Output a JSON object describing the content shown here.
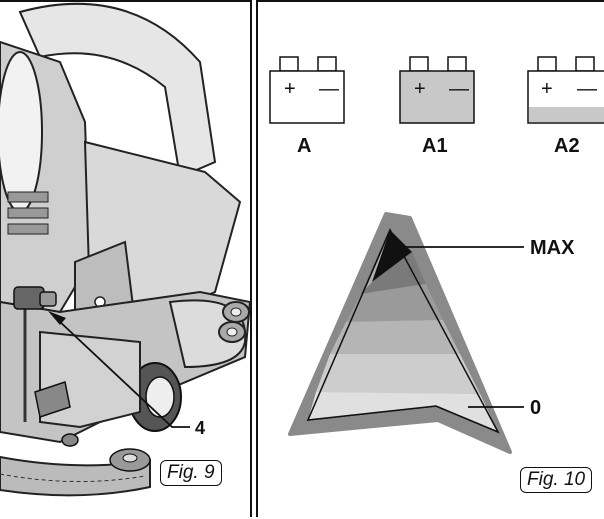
{
  "figures": {
    "left": {
      "callout": "4",
      "caption": "Fig. 9"
    },
    "right": {
      "batteries": [
        {
          "label": "A",
          "plus": "+",
          "minus": "—",
          "fill_fraction": 0.0
        },
        {
          "label": "A1",
          "plus": "+",
          "minus": "—",
          "fill_fraction": 1.0
        },
        {
          "label": "A2",
          "plus": "+",
          "minus": "—",
          "fill_fraction": 0.3
        }
      ],
      "level_max": "MAX",
      "level_min": "0",
      "caption": "Fig. 10"
    }
  }
}
